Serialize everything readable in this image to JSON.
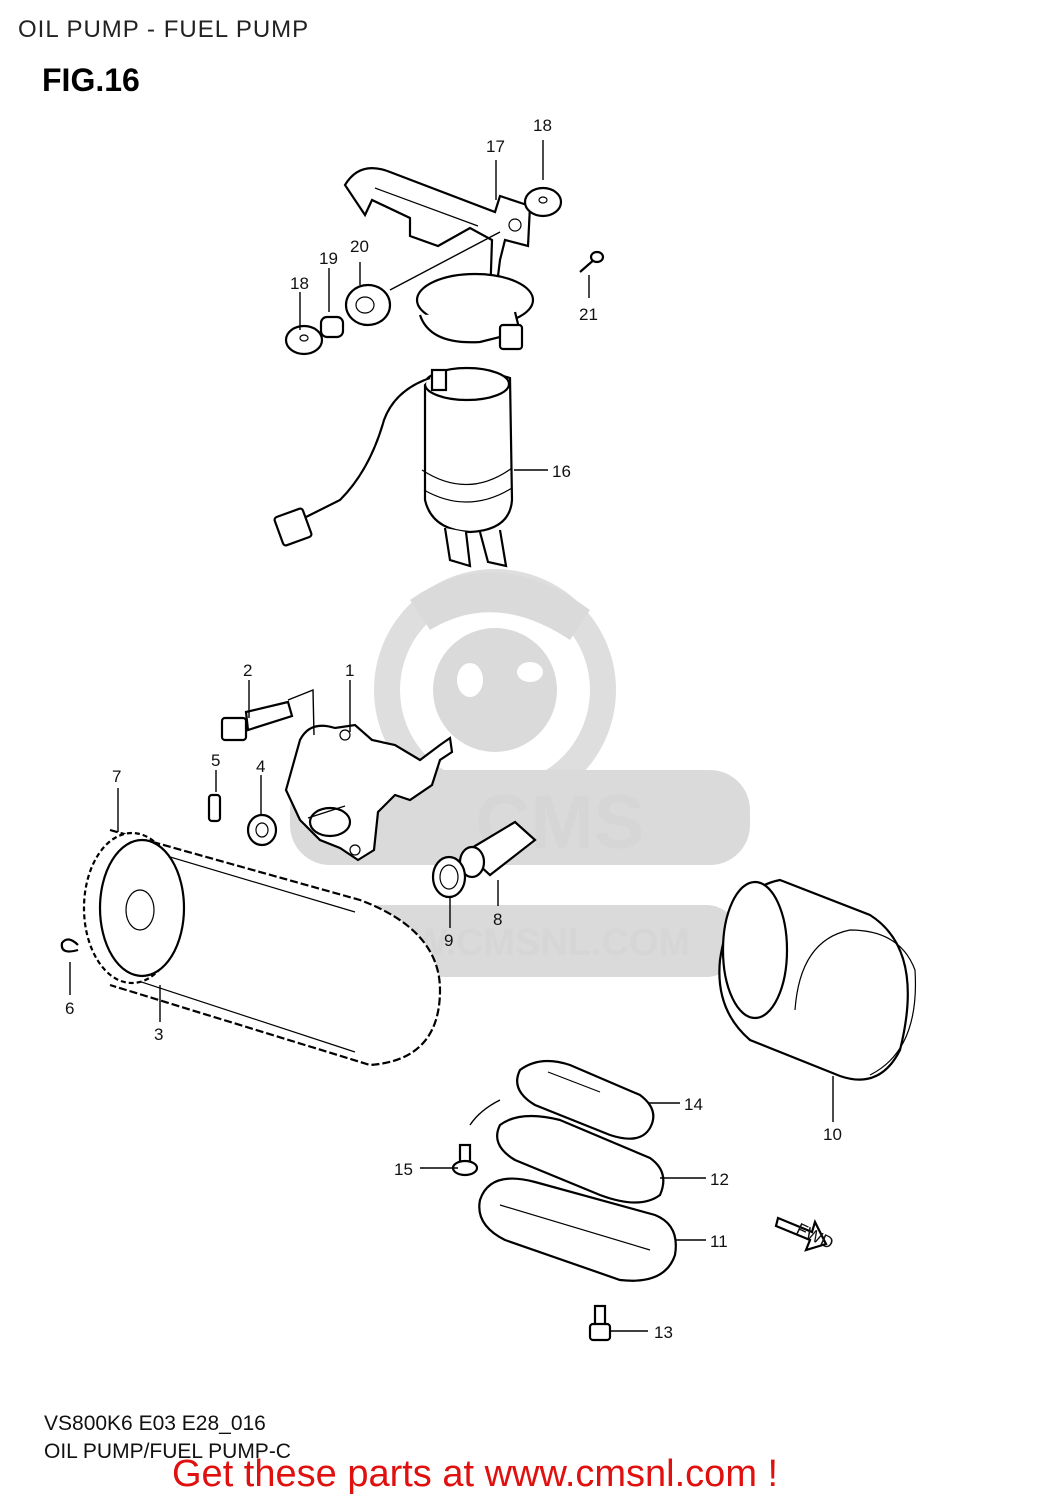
{
  "header": {
    "title": "OIL PUMP - FUEL PUMP",
    "figure": "FIG.16"
  },
  "footer": {
    "code": "VS800K6 E03 E28_016",
    "subcode": "OIL PUMP/FUEL PUMP-C",
    "promo": "Get these parts at www.cmsnl.com !"
  },
  "watermark": {
    "brand": "CMS",
    "url": "WWW.CMSNL.COM"
  },
  "direction_badge": "FWD",
  "callouts": {
    "c1": "1",
    "c2": "2",
    "c3": "3",
    "c4": "4",
    "c5": "5",
    "c6": "6",
    "c7": "7",
    "c8": "8",
    "c9": "9",
    "c10": "10",
    "c11": "11",
    "c12": "12",
    "c13": "13",
    "c14": "14",
    "c15": "15",
    "c16": "16",
    "c17": "17",
    "c18a": "18",
    "c18b": "18",
    "c19": "19",
    "c20": "20",
    "c21": "21"
  },
  "colors": {
    "promo_text": "#e0100f",
    "line_art": "#000000",
    "watermark": "#d4d4d4"
  }
}
